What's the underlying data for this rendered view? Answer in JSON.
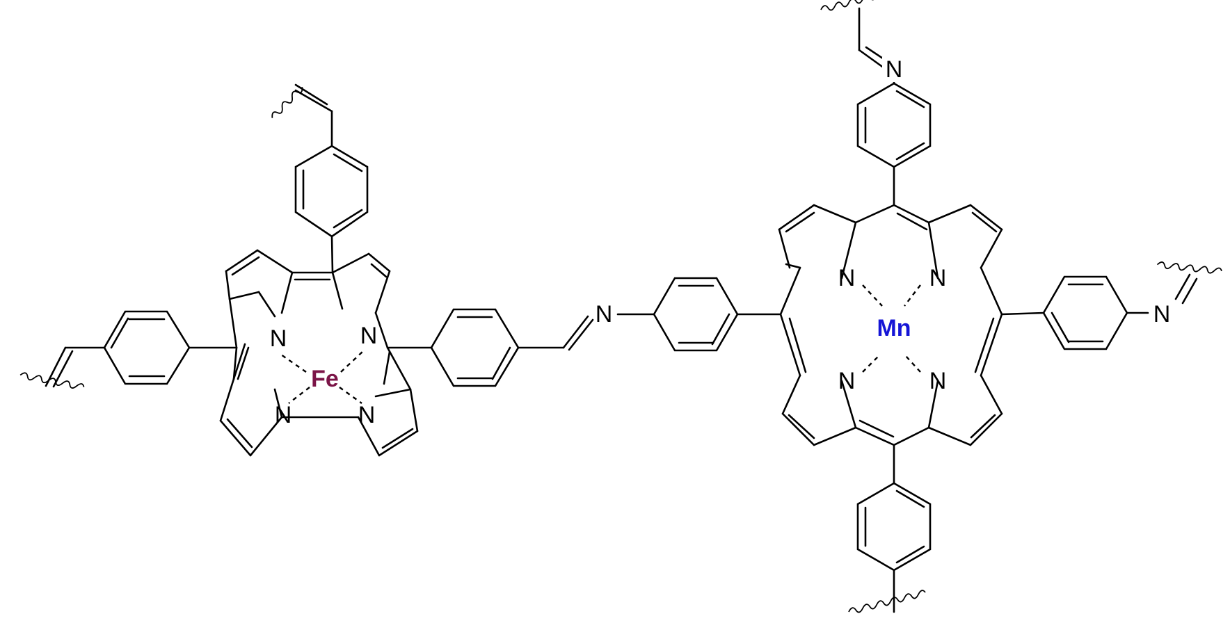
{
  "diagram": {
    "type": "chemical-structure",
    "units": [
      {
        "name": "iron-porphyrin",
        "metal_label": "Fe",
        "metal_color": "#7b1447",
        "nitrogen_label": "N"
      },
      {
        "name": "manganese-porphyrin",
        "metal_label": "Mn",
        "metal_color": "#1515d6",
        "nitrogen_label": "N"
      }
    ],
    "linker_labels": [
      "N",
      "N",
      "N"
    ],
    "bond_color": "#000000"
  }
}
